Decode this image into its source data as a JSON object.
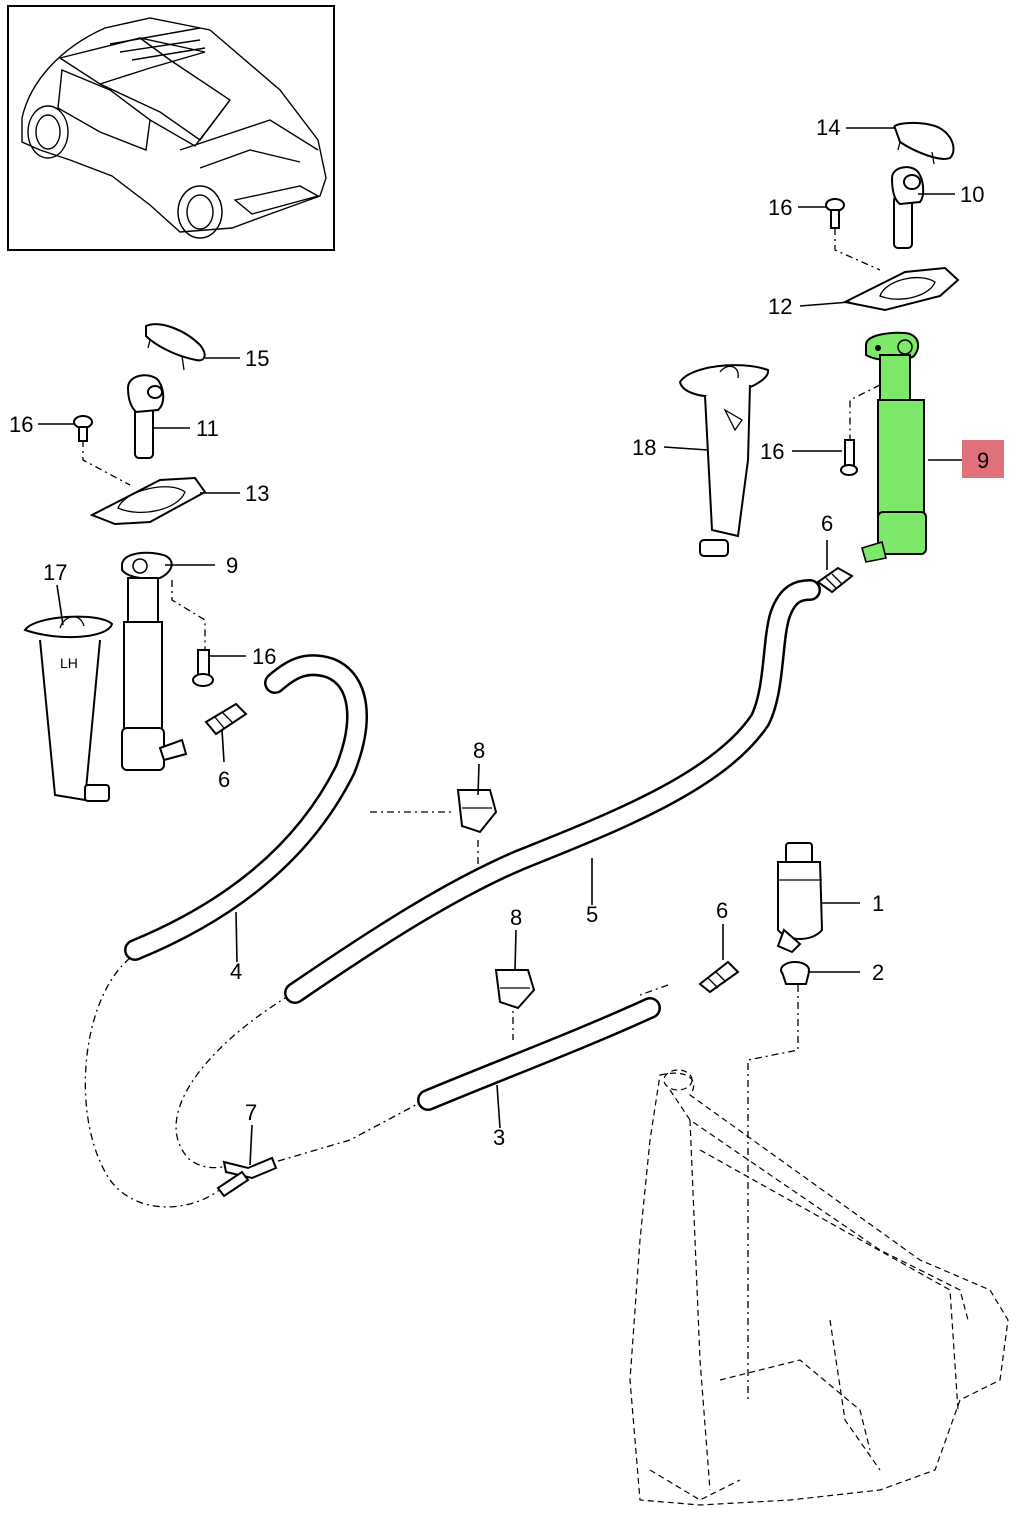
{
  "diagram": {
    "thumbnail": {
      "description": "car"
    },
    "callouts": [
      {
        "id": "c14",
        "text": "14"
      },
      {
        "id": "c16a",
        "text": "16"
      },
      {
        "id": "c10",
        "text": "10"
      },
      {
        "id": "c12",
        "text": "12"
      },
      {
        "id": "c15",
        "text": "15"
      },
      {
        "id": "c16b",
        "text": "16"
      },
      {
        "id": "c11",
        "text": "11"
      },
      {
        "id": "c13",
        "text": "13"
      },
      {
        "id": "c18",
        "text": "18"
      },
      {
        "id": "c16c",
        "text": "16"
      },
      {
        "id": "c9r",
        "text": "9"
      },
      {
        "id": "c6a",
        "text": "6"
      },
      {
        "id": "c17",
        "text": "17"
      },
      {
        "id": "c9l",
        "text": "9"
      },
      {
        "id": "c16d",
        "text": "16"
      },
      {
        "id": "c6b",
        "text": "6"
      },
      {
        "id": "c8a",
        "text": "8"
      },
      {
        "id": "c5",
        "text": "5"
      },
      {
        "id": "c1",
        "text": "1"
      },
      {
        "id": "c6c",
        "text": "6"
      },
      {
        "id": "c8b",
        "text": "8"
      },
      {
        "id": "c2",
        "text": "2"
      },
      {
        "id": "c4",
        "text": "4"
      },
      {
        "id": "c3",
        "text": "3"
      },
      {
        "id": "c7",
        "text": "7"
      }
    ],
    "nozzle_marking": "LH",
    "highlight": {
      "part": "9",
      "color": "#7ee86a",
      "label_bg": "#e0707a"
    }
  }
}
